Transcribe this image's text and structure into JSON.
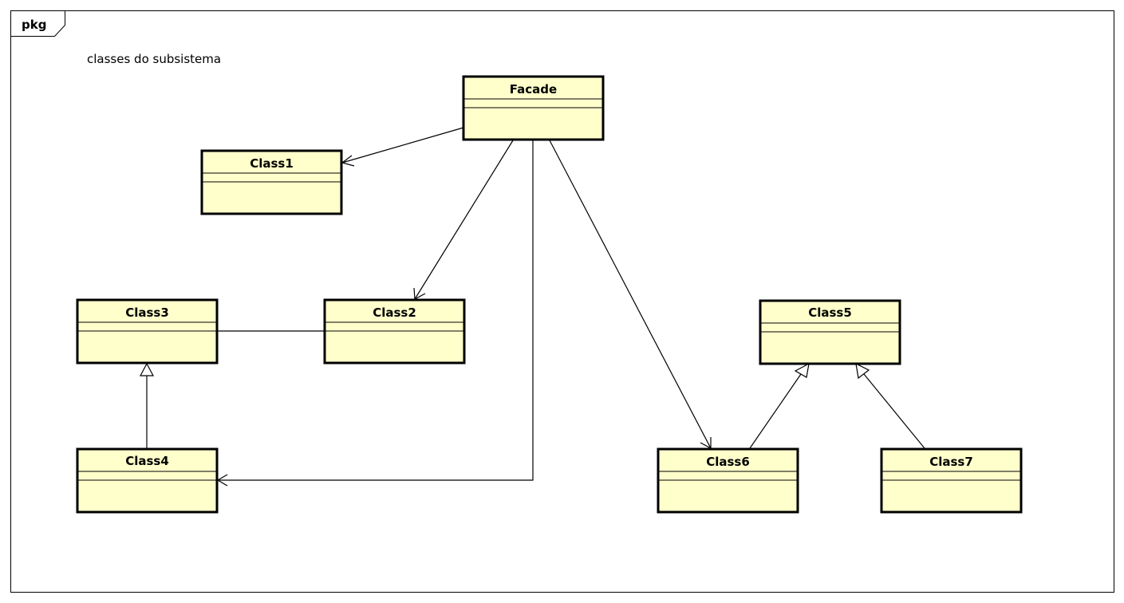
{
  "frame": {
    "label": "pkg"
  },
  "note": {
    "text": "classes do subsistema"
  },
  "classes": {
    "facade": {
      "name": "Facade"
    },
    "class1": {
      "name": "Class1"
    },
    "class2": {
      "name": "Class2"
    },
    "class3": {
      "name": "Class3"
    },
    "class4": {
      "name": "Class4"
    },
    "class5": {
      "name": "Class5"
    },
    "class6": {
      "name": "Class6"
    },
    "class7": {
      "name": "Class7"
    }
  },
  "relationships": [
    {
      "type": "association",
      "from": "Facade",
      "to": "Class1",
      "navigable": true
    },
    {
      "type": "association",
      "from": "Facade",
      "to": "Class2",
      "navigable": true
    },
    {
      "type": "association",
      "from": "Facade",
      "to": "Class4",
      "navigable": true
    },
    {
      "type": "association",
      "from": "Facade",
      "to": "Class6",
      "navigable": true
    },
    {
      "type": "association",
      "from": "Class3",
      "to": "Class2",
      "navigable": false
    },
    {
      "type": "generalization",
      "from": "Class4",
      "to": "Class3"
    },
    {
      "type": "generalization",
      "from": "Class6",
      "to": "Class5"
    },
    {
      "type": "generalization",
      "from": "Class7",
      "to": "Class5"
    }
  ],
  "colors": {
    "class_fill": "#ffffcc",
    "stroke": "#000000",
    "background": "#ffffff"
  }
}
